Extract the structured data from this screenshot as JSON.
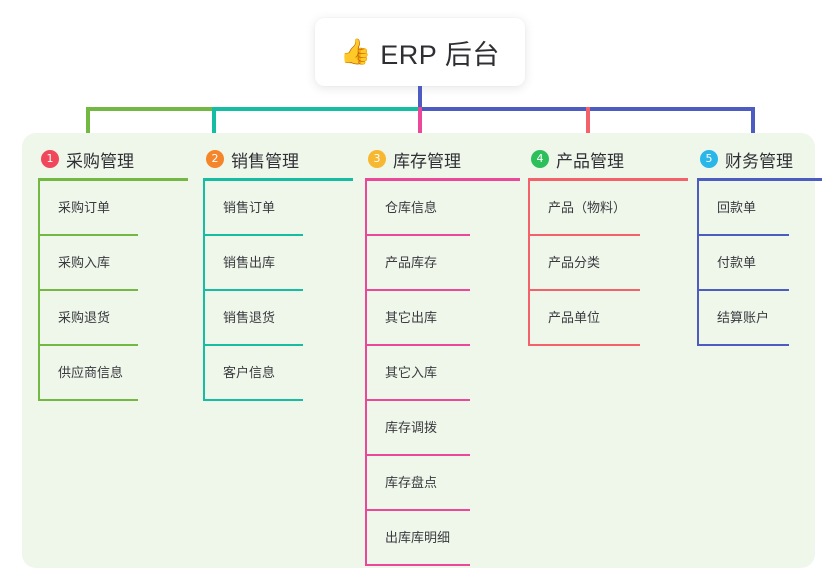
{
  "title": {
    "emoji": "👍",
    "emoji_name": "thumbs-up-icon",
    "text": "ERP 后台"
  },
  "colors": {
    "panel_bg": "#eff7ea",
    "stem": "#4d5cc0",
    "col1": "#72b843",
    "col2": "#15bda2",
    "col3": "#ec4899",
    "col4": "#f4616a",
    "col5": "#4d5cc0",
    "badge1": "#f0475b",
    "badge2": "#f5852a",
    "badge3": "#f7b731",
    "badge4": "#2cbf5c",
    "badge5": "#29b6e8"
  },
  "columns": [
    {
      "badge": "1",
      "title": "采购管理",
      "badge_color": "#f0475b",
      "line_color": "#72b843",
      "items": [
        {
          "label": "采购订单"
        },
        {
          "label": "采购入库"
        },
        {
          "label": "采购退货"
        },
        {
          "label": "供应商信息"
        }
      ]
    },
    {
      "badge": "2",
      "title": "销售管理",
      "badge_color": "#f5852a",
      "line_color": "#15bda2",
      "items": [
        {
          "label": "销售订单"
        },
        {
          "label": "销售出库"
        },
        {
          "label": "销售退货"
        },
        {
          "label": "客户信息"
        }
      ]
    },
    {
      "badge": "3",
      "title": "库存管理",
      "badge_color": "#f7b731",
      "line_color": "#ec4899",
      "items": [
        {
          "label": "仓库信息"
        },
        {
          "label": "产品库存"
        },
        {
          "label": "其它出库"
        },
        {
          "label": "其它入库"
        },
        {
          "label": "库存调拨"
        },
        {
          "label": "库存盘点"
        },
        {
          "label": "出库库明细"
        }
      ]
    },
    {
      "badge": "4",
      "title": "产品管理",
      "badge_color": "#2cbf5c",
      "line_color": "#f4616a",
      "items": [
        {
          "label": "产品（物料）"
        },
        {
          "label": "产品分类"
        },
        {
          "label": "产品单位"
        }
      ]
    },
    {
      "badge": "5",
      "title": "财务管理",
      "badge_color": "#29b6e8",
      "line_color": "#4d5cc0",
      "items": [
        {
          "label": "回款单"
        },
        {
          "label": "付款单"
        },
        {
          "label": "结算账户"
        }
      ]
    }
  ]
}
